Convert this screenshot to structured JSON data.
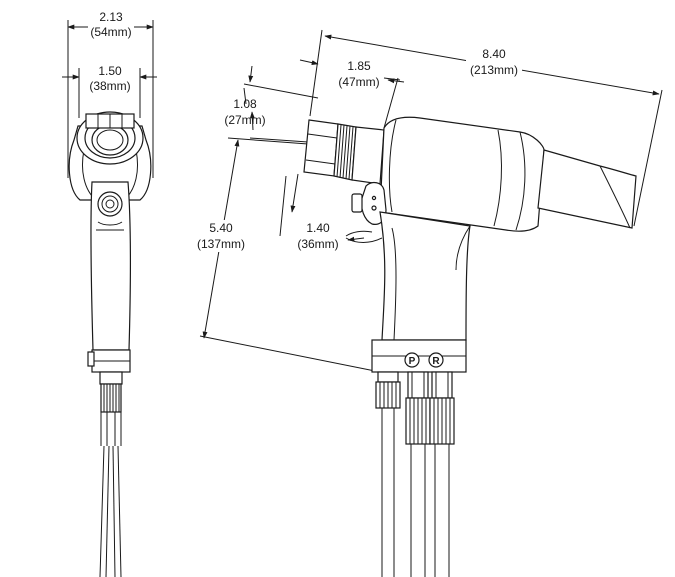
{
  "dimensions": {
    "front_outer": {
      "inches": "2.13",
      "mm": "(54mm)"
    },
    "front_inner": {
      "inches": "1.50",
      "mm": "(38mm)"
    },
    "side_length": {
      "inches": "8.40",
      "mm": "(213mm)"
    },
    "side_collar": {
      "inches": "1.85",
      "mm": "(47mm)"
    },
    "side_nose": {
      "inches": "1.08",
      "mm": "(27mm)"
    },
    "side_height": {
      "inches": "5.40",
      "mm": "(137mm)"
    },
    "side_grip": {
      "inches": "1.40",
      "mm": "(36mm)"
    }
  },
  "ports": {
    "p_label": "P",
    "r_label": "R"
  },
  "colors": {
    "line": "#1a1a1a",
    "background": "#ffffff"
  }
}
